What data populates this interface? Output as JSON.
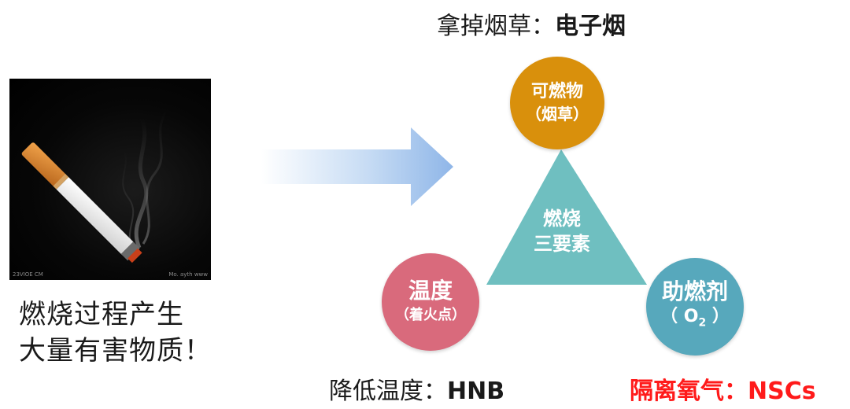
{
  "photo": {
    "watermark_left": "23VIOE CM",
    "watermark_right": "Mo. ayth www"
  },
  "left_caption": {
    "line1": "燃烧过程产生",
    "line2": "大量有害物质！"
  },
  "top_label": {
    "prefix": "拿掉烟草：",
    "strong": "电子烟"
  },
  "fuel_circle": {
    "title": "可燃物",
    "subtitle": "（烟草）"
  },
  "triangle": {
    "line1": "燃烧",
    "line2": "三要素"
  },
  "temp_circle": {
    "title": "温度",
    "subtitle": "（着火点）"
  },
  "oxidizer_circle": {
    "title": "助燃剂",
    "subtitle_open": "（ O",
    "subscript": "2",
    "subtitle_close": " ）"
  },
  "hnb_label": {
    "prefix": "降低温度：",
    "strong": "HNB"
  },
  "nsc_label": {
    "text": "隔离氧气：NSCs"
  },
  "colors": {
    "fuel": "#d9900c",
    "temperature": "#d96a7c",
    "oxidizer": "#57a8bc",
    "triangle": "#6fbfc0",
    "arrow": "#a9c8ec",
    "highlight_red": "#ff1a1a"
  }
}
